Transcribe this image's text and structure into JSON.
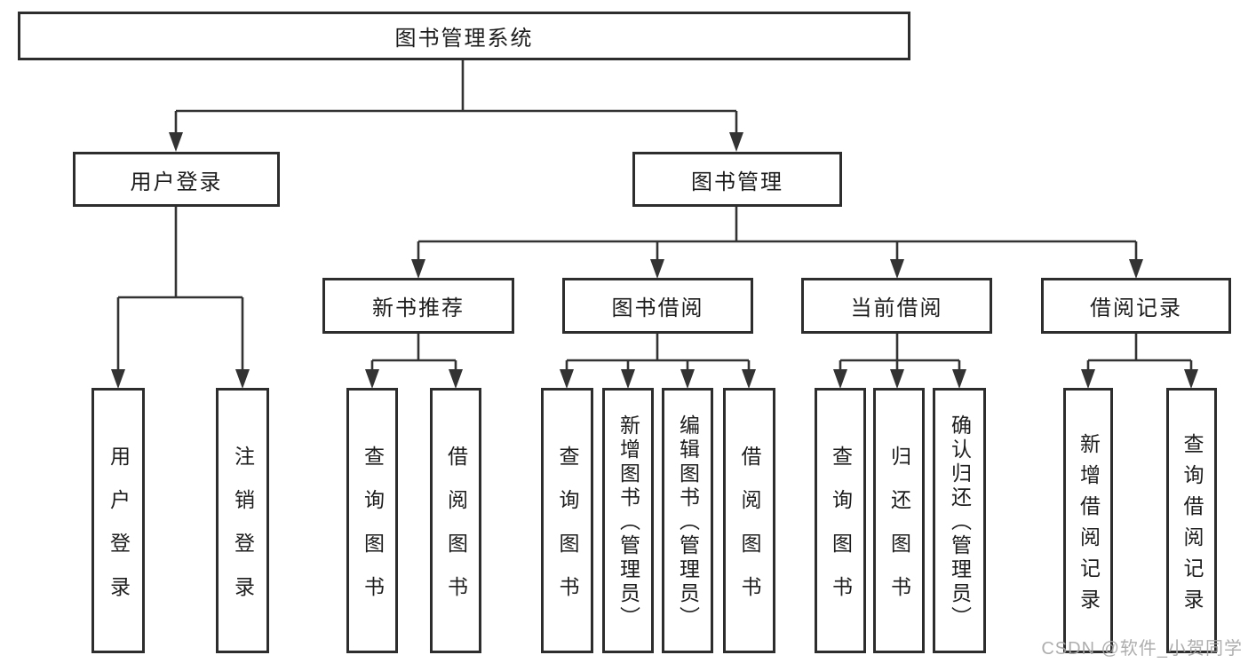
{
  "theme": {
    "line_color": "#333333",
    "box_border_color": "#2d2d2d",
    "text_color": "#1d1d1d",
    "background_color": "#ffffff",
    "watermark_color": "#a8a8a8"
  },
  "tree": {
    "root": {
      "label": "图书管理系统",
      "children": [
        {
          "label": "用户登录",
          "children": [
            {
              "label": "用户登录"
            },
            {
              "label": "注销登录"
            }
          ]
        },
        {
          "label": "图书管理",
          "children": [
            {
              "label": "新书推荐",
              "children": [
                {
                  "label": "查询图书"
                },
                {
                  "label": "借阅图书"
                }
              ]
            },
            {
              "label": "图书借阅",
              "children": [
                {
                  "label": "查询图书"
                },
                {
                  "label": "新增图书（管理员）"
                },
                {
                  "label": "编辑图书（管理员）"
                },
                {
                  "label": "借阅图书"
                }
              ]
            },
            {
              "label": "当前借阅",
              "children": [
                {
                  "label": "查询图书"
                },
                {
                  "label": "归还图书"
                },
                {
                  "label": "确认归还（管理员）"
                }
              ]
            },
            {
              "label": "借阅记录",
              "children": [
                {
                  "label": "新增借阅记录"
                },
                {
                  "label": "查询借阅记录"
                }
              ]
            }
          ]
        }
      ]
    }
  },
  "watermark": {
    "text": "CSDN @软件_小贺同学"
  }
}
